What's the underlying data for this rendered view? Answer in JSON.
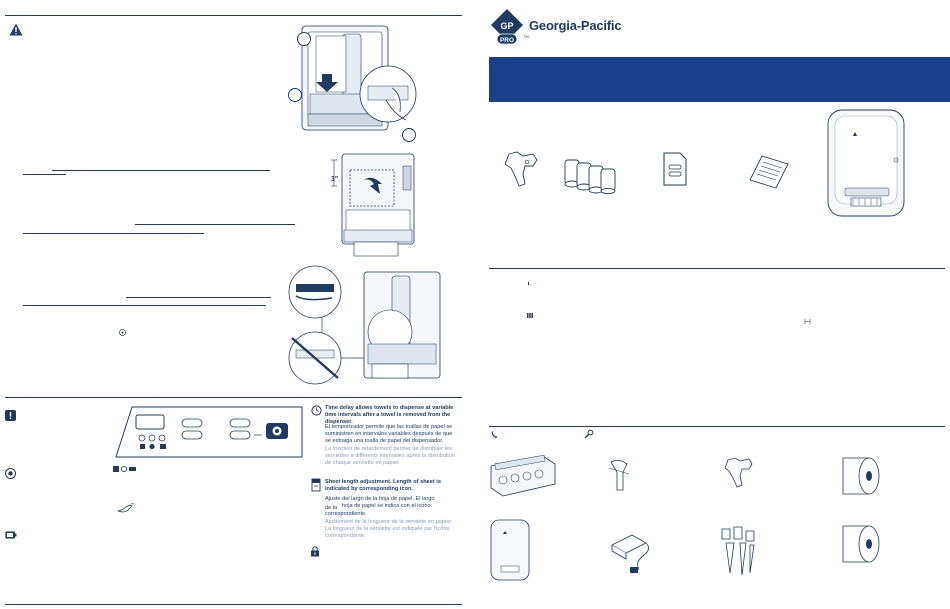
{
  "brand": {
    "name": "Georgia-Pacific",
    "badge_top": "GP",
    "badge_bottom": "PRO",
    "trademark": "TM",
    "colors": {
      "navy": "#1f3b64",
      "banner_blue": "#1a3f8c",
      "light_grey": "#8a9bb5"
    }
  },
  "diagram_labels": {
    "sheet_length": "3\""
  },
  "features": {
    "time_delay": {
      "en": "Time delay allows towels to dispense at variable time intervals after a towel is removed from the dispenser.",
      "es": "El temporizador permite que las toallas de papel se suministren en intervalos variables después de que se extraiga una toalla de papel del dispensador.",
      "fr": "La fonction de retardement permet de distribuer les serviettes à différents intervalles après la distribution de chaque serviette en papier."
    },
    "sheet_length": {
      "en": "Sheet length adjustment. Length of sheet is indicated by corresponding icon.",
      "es_line1": "Ajuste del largo de la hoja de papel. El largo",
      "es_line2_prefix": "de la",
      "es_line2": "hoja de papel se indica con el icono",
      "es_line3": "correspondiente.",
      "fr": "Ajustement de la longueur de la serviette en papier. La longueur de la serviette est indiquée par l'icône correspondante."
    }
  },
  "icons": {
    "warning": "warning-triangle-icon",
    "info": "info-square-icon",
    "sensor": "sensor-circle-icon",
    "battery": "battery-icon",
    "clock": "clock-icon",
    "paper_sheet": "paper-sheet-icon",
    "lock": "lock-icon",
    "phone": "phone-icon",
    "tools": "tools-icon"
  }
}
